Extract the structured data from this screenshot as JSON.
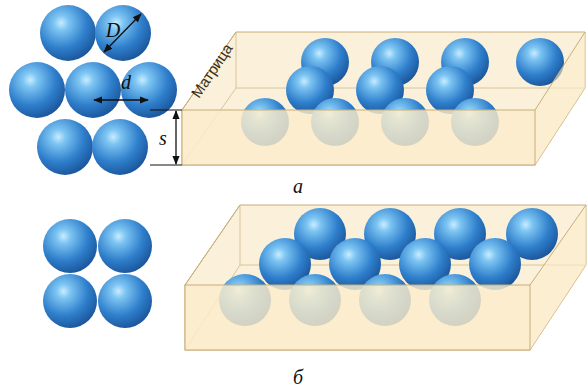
{
  "diagram": {
    "nodes": [
      {
        "text": [
          "Матрица"
        ]
      }
    ],
    "labels": [
      "D",
      "d",
      "s",
      "а",
      "б"
    ]
  }
}
